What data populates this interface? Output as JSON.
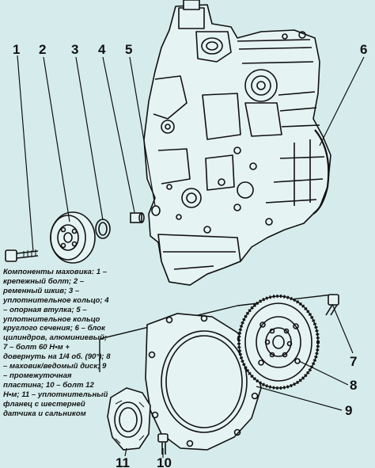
{
  "figure": {
    "caption": "Компоненты маховика: 1 – крепежный болт; 2 – ременный шкив; 3 – уплотнительное кольцо; 4 – опорная втулка; 5 – уплотнительное кольцо круглого сечения; 6 – блок цилиндров, алюминиевый; 7 – болт 60 Н•м + довернуть на 1/4 об. (90°); 8 – маховик/ведомый диск; 9 – промежуточная пластина; 10 – болт 12 Н•м; 11 – уплотнительный фланец с шестерней датчика и сальником",
    "colors": {
      "background": "#d6ecec",
      "line": "#111111"
    },
    "callouts": [
      {
        "id": "1",
        "label": "1"
      },
      {
        "id": "2",
        "label": "2"
      },
      {
        "id": "3",
        "label": "3"
      },
      {
        "id": "4",
        "label": "4"
      },
      {
        "id": "5",
        "label": "5"
      },
      {
        "id": "6",
        "label": "6"
      },
      {
        "id": "7",
        "label": "7"
      },
      {
        "id": "8",
        "label": "8"
      },
      {
        "id": "9",
        "label": "9"
      },
      {
        "id": "10",
        "label": "10"
      },
      {
        "id": "11",
        "label": "11"
      }
    ]
  }
}
